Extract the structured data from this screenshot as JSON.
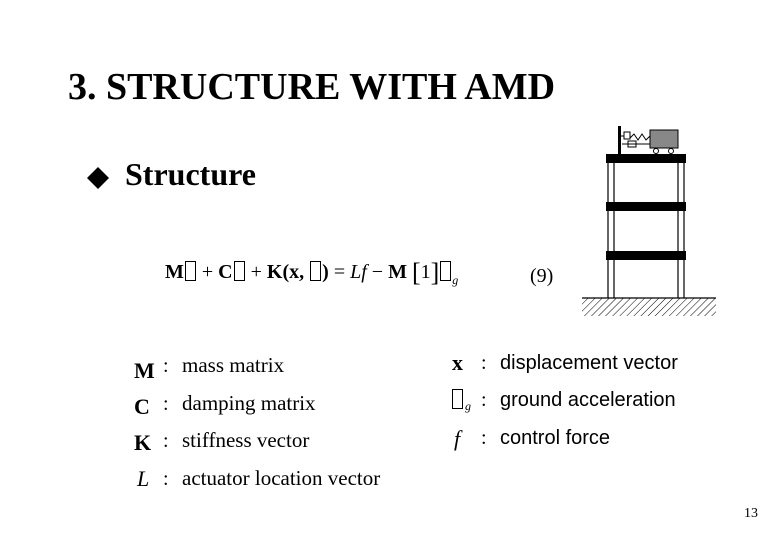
{
  "slide": {
    "title": "3. STRUCTURE WITH AMD",
    "bullet": "Structure",
    "page_number": "13"
  },
  "equation": {
    "M": "M",
    "plus1": "+",
    "C": "C",
    "plus2": "+",
    "K": "K",
    "args": "(x, ",
    "argsEnd": ")",
    "eq": "=",
    "L": "L",
    "f": "f",
    "minus": "−",
    "M2": "M",
    "one": "1",
    "g": "g",
    "number": "(9)"
  },
  "definitions_left": [
    {
      "symbol": "M",
      "colon": ":",
      "text": "mass matrix"
    },
    {
      "symbol": "C",
      "colon": ":",
      "text": "damping matrix"
    },
    {
      "symbol": "K",
      "colon": ":",
      "text": "stiffness vector"
    },
    {
      "symbol": "L",
      "colon": ":",
      "text": "actuator location vector"
    }
  ],
  "definitions_right": [
    {
      "symbol": "x",
      "colon": ":",
      "text": "displacement vector"
    },
    {
      "symbol": "g",
      "colon": ":",
      "text": "ground acceleration"
    },
    {
      "symbol": "f",
      "colon": ":",
      "text": "control force"
    }
  ]
}
